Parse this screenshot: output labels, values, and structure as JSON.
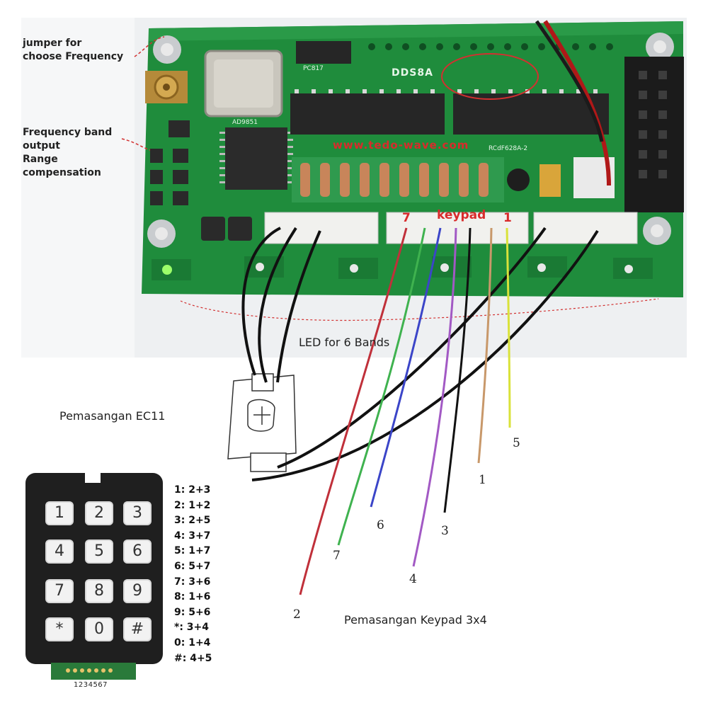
{
  "board": {
    "name": "DDS8A",
    "chip_label": "AD9851",
    "pc817": "PC817",
    "website": "www.tedo-wave.com",
    "keypad_header": "keypad",
    "pin_seven": "7",
    "pin_one": "1",
    "model": "RCdF628A-2"
  },
  "annotations": {
    "jumper_label": [
      "jumper for",
      "choose Frequency"
    ],
    "band_label": [
      "Frequency band",
      "output",
      "Range",
      "compensation"
    ],
    "led_label": "LED for 6 Bands",
    "ec11_label": "Pemasangan EC11",
    "keypad_label": "Pemasangan Keypad 3x4"
  },
  "wires": [
    {
      "label": "2",
      "color": "#c0303a"
    },
    {
      "label": "7",
      "color": "#3fb24f"
    },
    {
      "label": "6",
      "color": "#3b45c8"
    },
    {
      "label": "4",
      "color": "#a259c4"
    },
    {
      "label": "3",
      "color": "#111111"
    },
    {
      "label": "1",
      "color": "#c8986a"
    },
    {
      "label": "5",
      "color": "#d9e23a"
    }
  ],
  "keypad": {
    "keys": [
      "1",
      "2",
      "3",
      "4",
      "5",
      "6",
      "7",
      "8",
      "9",
      "*",
      "0",
      "#"
    ],
    "pins_label": "1234567",
    "mapping": [
      "1: 2+3",
      "2: 1+2",
      "3: 2+5",
      "4: 3+7",
      "5: 1+7",
      "6: 5+7",
      "7: 3+6",
      "8: 1+6",
      "9: 5+6",
      "*: 3+4",
      "0: 1+4",
      "#: 4+5"
    ]
  },
  "colors": {
    "pcb": "#1d8a3a",
    "annotation_red": "#d23030"
  }
}
